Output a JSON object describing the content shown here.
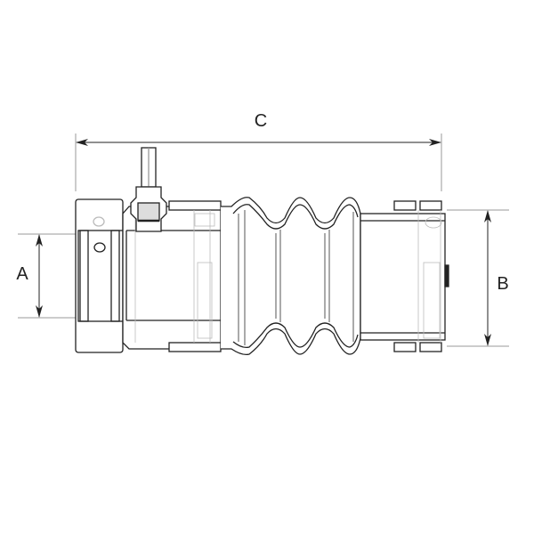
{
  "drawing": {
    "dimensions": {
      "a_label": "A",
      "b_label": "B",
      "c_label": "C"
    },
    "colors": {
      "line": "#222222",
      "hidden_line": "#bbbbbb"
    }
  }
}
